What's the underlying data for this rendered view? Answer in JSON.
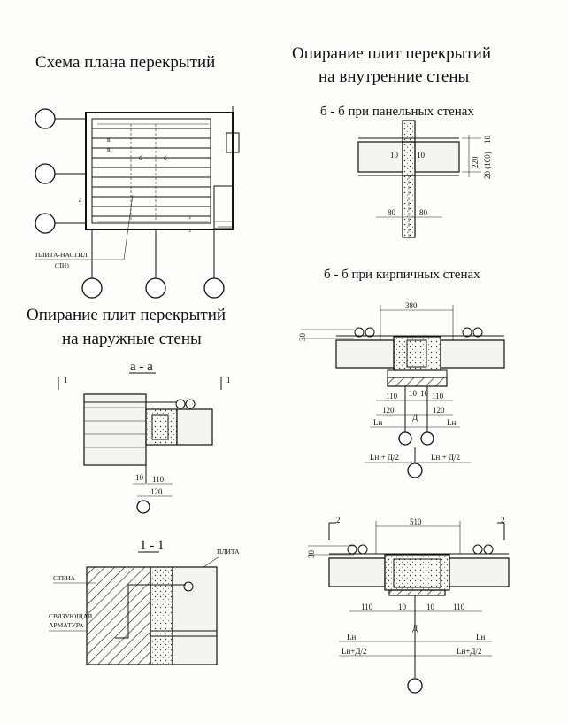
{
  "plan": {
    "title": "Схема плана перекрытий",
    "marks": {
      "v": "в",
      "b": "б",
      "a": "а",
      "g": "г"
    },
    "callout_line1": "ПЛИТА-НАСТИЛ",
    "callout_line2": "(ПН)"
  },
  "inner": {
    "title_line1": "Опирание плит перекрытий",
    "title_line2": "на внутренние стены",
    "panel_subtitle": "б - б  при панельных стенах",
    "panel_dims": {
      "d10a": "10",
      "d10b": "10",
      "d80a": "80",
      "d80b": "80",
      "h220": "220",
      "h20": "20 (160)",
      "h10": "10"
    },
    "brick_subtitle": "б - б  при кирпичных стенах",
    "brick_dims": {
      "d30": "30",
      "d380": "380",
      "d110a": "110",
      "d10a": "10",
      "d10b": "10",
      "d110b": "110",
      "d120a": "120",
      "d120b": "120",
      "delta": "Д",
      "ln_a": "Lн",
      "ln_b": "Lн",
      "lnd_a": "Lн + Д/2",
      "lnd_b": "Lн + Д/2"
    },
    "section2": {
      "mark_left": "2",
      "mark_right": "2",
      "d30": "30",
      "d510": "510",
      "d110a": "110",
      "d10a": "10",
      "d10b": "10",
      "d110b": "110",
      "delta": "Д",
      "ln_a": "Lн",
      "ln_b": "Lн",
      "lnd_a": "Lн+Д/2",
      "lnd_b": "Lн+Д/2"
    }
  },
  "outer": {
    "title_line1": "Опирание плит перекрытий",
    "title_line2": "на наружные стены",
    "aa_label": "а - а",
    "aa_mark_left": "1",
    "aa_mark_right": "1",
    "aa_dims": {
      "d10": "10",
      "d110": "110",
      "d120": "120"
    },
    "s11_label": "1 - 1",
    "s11_wall": "СТЕНА",
    "s11_slab": "ПЛИТА",
    "s11_rebar_line1": "СВЯЗУЮЩАЯ",
    "s11_rebar_line2": "АРМАТУРА"
  }
}
